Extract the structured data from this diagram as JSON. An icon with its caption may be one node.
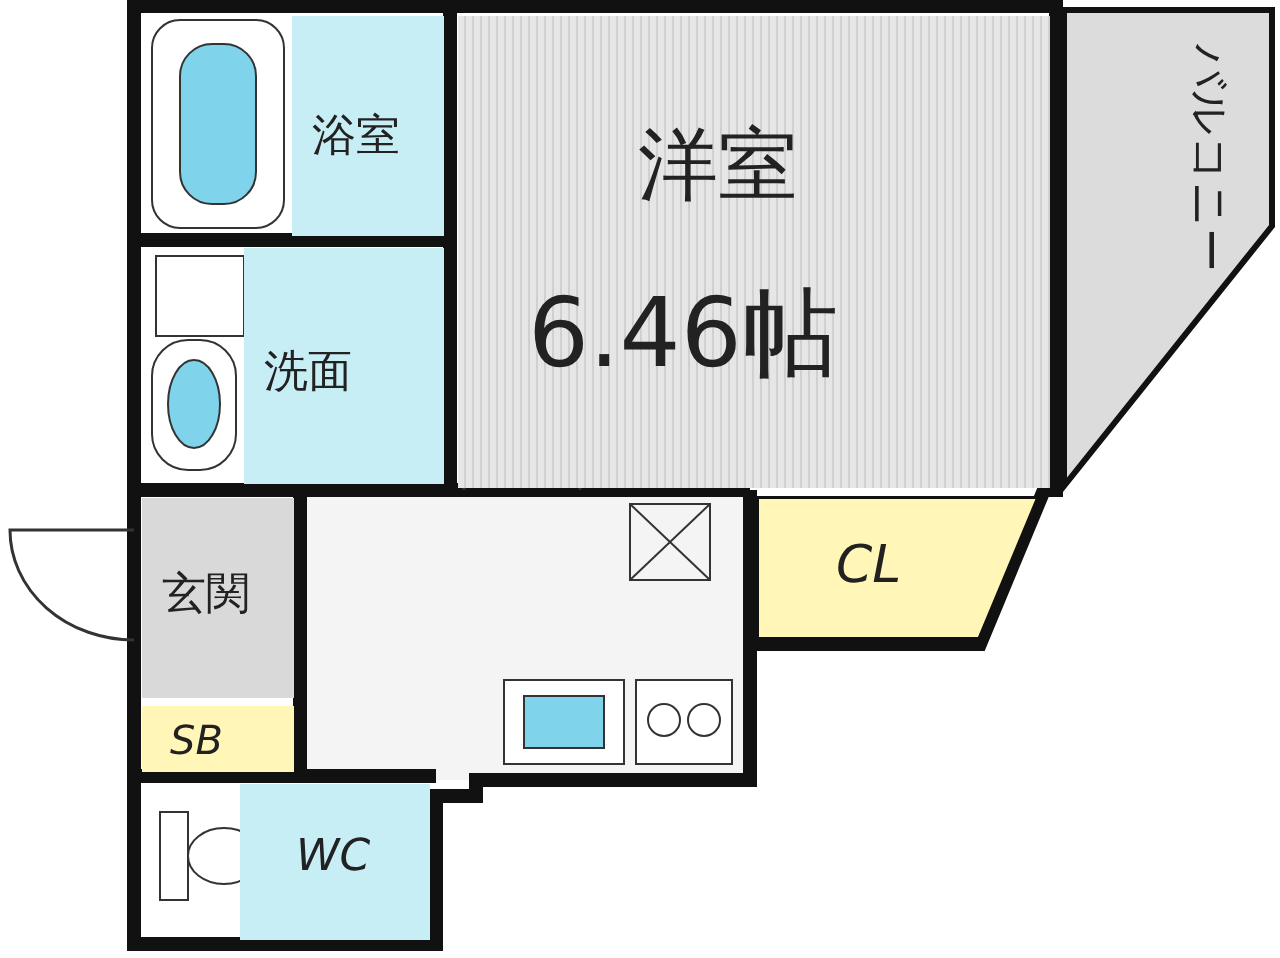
{
  "diagram": {
    "nodes": [
      {
        "text": [
          "浴室"
        ]
      },
      {
        "text": [
          "洋室",
          "6.46帖"
        ]
      },
      {
        "text": [
          "バルコニー"
        ]
      },
      {
        "text": [
          "洗面"
        ]
      },
      {
        "text": [
          "玄関"
        ]
      },
      {
        "text": [
          "CL"
        ]
      },
      {
        "text": [
          "SB"
        ]
      },
      {
        "text": [
          "WC"
        ]
      }
    ]
  }
}
